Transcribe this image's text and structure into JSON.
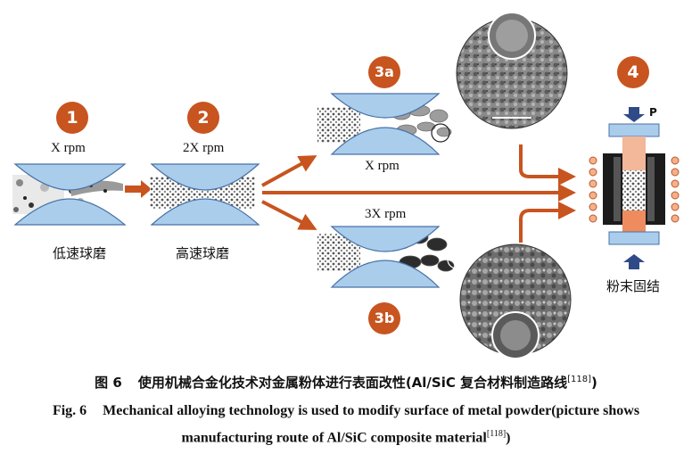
{
  "steps": [
    {
      "number": "1",
      "speed": "X rpm",
      "label": "低速球磨"
    },
    {
      "number": "2",
      "speed": "2X rpm",
      "label": "高速球磨"
    },
    {
      "number": "3a",
      "speed": "X rpm"
    },
    {
      "number": "3b",
      "speed": "3X rpm"
    },
    {
      "number": "4",
      "press_label": "P",
      "label": "粉末固结"
    }
  ],
  "caption": {
    "cn_fig": "图 6",
    "cn_text": "使用机械合金化技术对金属粉体进行表面改性(Al/SiC 复合材料制造路线",
    "cn_ref": "[118]",
    "cn_close": ")",
    "en_fig": "Fig. 6",
    "en_text1": "Mechanical alloying technology is used to modify surface of metal powder(picture shows",
    "en_text2": "manufacturing route of Al/SiC composite material",
    "en_ref": "[118]",
    "en_close": ")"
  },
  "colors": {
    "accent": "#c8541f",
    "ball": "#a9cdeb",
    "ball_stroke": "#4a72a8",
    "press_tip": "#2f4a86"
  }
}
